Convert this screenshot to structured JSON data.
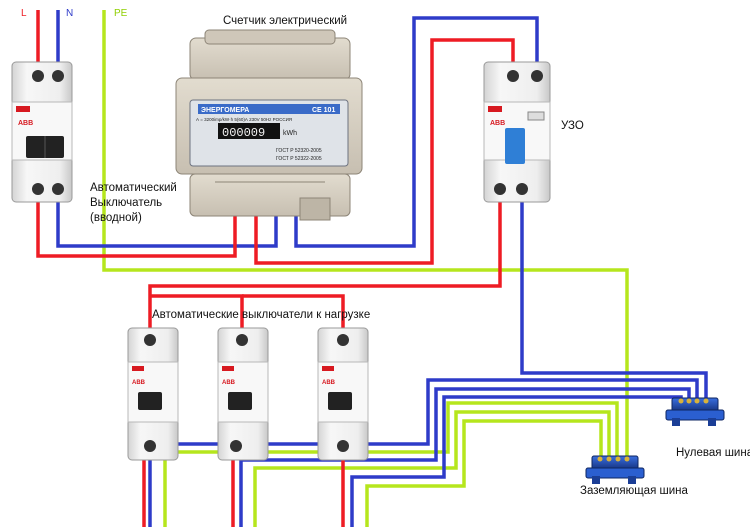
{
  "labels": {
    "L": "L",
    "N": "N",
    "PE": "PE",
    "meter": "Счетчик электрический",
    "rcd": "УЗО",
    "main_breaker": "Автоматический\nВыключатель\n(вводной)",
    "load_breakers": "Автоматические выключатели к нагрузке",
    "ground_bus": "Заземляющая шина",
    "neutral_bus": "Нулевая шина"
  },
  "meter": {
    "brand": "ЭНЕРГОМЕРА",
    "model": "СЕ 101",
    "display": "000009",
    "unit": "kWh",
    "spec": "А = 3200imp/kW·h  5(60)А 230V 50Hz  РОССИЯ",
    "gost1": "ГОСТ Р 52320-2005",
    "gost2": "ГОСТ Р 52322-2005"
  },
  "devices": {
    "brand": "ABB"
  },
  "colors": {
    "phase": "#ee1c24",
    "neutral": "#2e3bc9",
    "ground": "#b5e61d",
    "device_body": "#f2f2f2",
    "meter_body": "#d7d0c4",
    "bus_blue": "#1f4fb4"
  }
}
